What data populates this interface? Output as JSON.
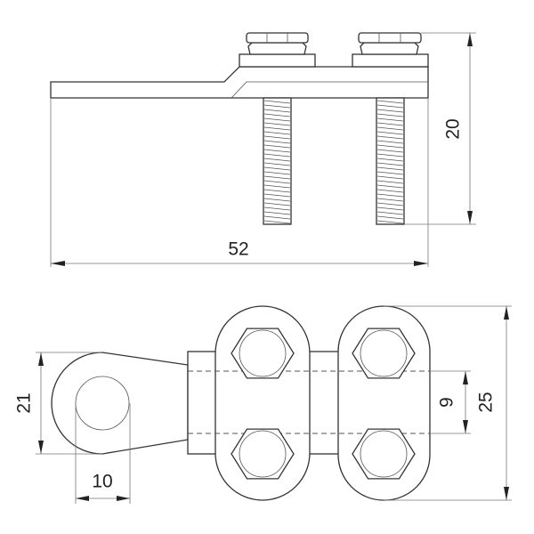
{
  "dimensions": {
    "side_length": "52",
    "side_height": "20",
    "eye_width": "21",
    "hole_diameter": "10",
    "bolt_spacing": "9",
    "clamp_width": "25"
  }
}
